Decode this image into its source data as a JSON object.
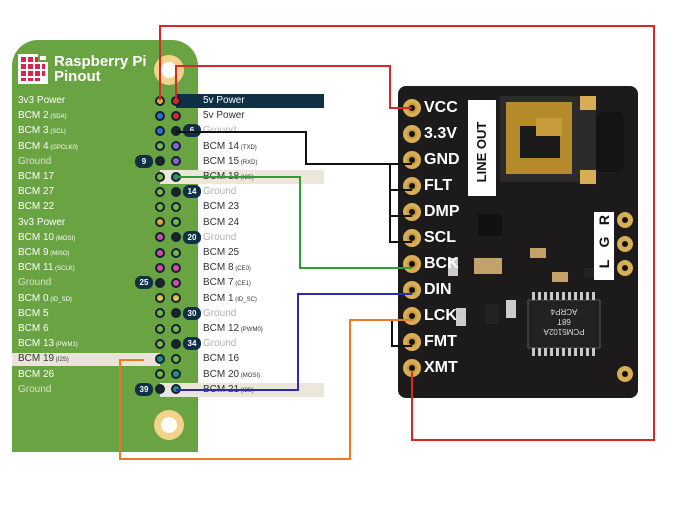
{
  "pinout": {
    "title_line1": "Raspberry Pi",
    "title_line2": "Pinout",
    "left_labels": [
      {
        "text": "3v3 Power",
        "sub": ""
      },
      {
        "text": "BCM 2",
        "sub": "(SDA)"
      },
      {
        "text": "BCM 3",
        "sub": "(SCL)"
      },
      {
        "text": "BCM 4",
        "sub": "(GPCLK0)"
      },
      {
        "text": "Ground",
        "sub": ""
      },
      {
        "text": "BCM 17",
        "sub": ""
      },
      {
        "text": "BCM 27",
        "sub": ""
      },
      {
        "text": "BCM 22",
        "sub": ""
      },
      {
        "text": "3v3 Power",
        "sub": ""
      },
      {
        "text": "BCM 10",
        "sub": "(MOSI)"
      },
      {
        "text": "BCM 9",
        "sub": "(MISO)"
      },
      {
        "text": "BCM 11",
        "sub": "(SCLK)"
      },
      {
        "text": "Ground",
        "sub": ""
      },
      {
        "text": "BCM 0",
        "sub": "(ID_SD)"
      },
      {
        "text": "BCM 5",
        "sub": ""
      },
      {
        "text": "BCM 6",
        "sub": ""
      },
      {
        "text": "BCM 13",
        "sub": "(PWM1)"
      },
      {
        "text": "BCM 19",
        "sub": "(I2S)"
      },
      {
        "text": "BCM 26",
        "sub": ""
      },
      {
        "text": "Ground",
        "sub": ""
      }
    ],
    "right_labels": [
      {
        "text": "5v Power",
        "sub": ""
      },
      {
        "text": "5v Power",
        "sub": ""
      },
      {
        "text": "Ground",
        "sub": ""
      },
      {
        "text": "BCM 14",
        "sub": "(TXD)"
      },
      {
        "text": "BCM 15",
        "sub": "(RXD)"
      },
      {
        "text": "BCM 18",
        "sub": "(I2S)"
      },
      {
        "text": "Ground",
        "sub": ""
      },
      {
        "text": "BCM 23",
        "sub": ""
      },
      {
        "text": "BCM 24",
        "sub": ""
      },
      {
        "text": "Ground",
        "sub": ""
      },
      {
        "text": "BCM 25",
        "sub": ""
      },
      {
        "text": "BCM 8",
        "sub": "(CE0)"
      },
      {
        "text": "BCM 7",
        "sub": "(CE1)"
      },
      {
        "text": "BCM 1",
        "sub": "(ID_SC)"
      },
      {
        "text": "Ground",
        "sub": ""
      },
      {
        "text": "BCM 12",
        "sub": "(PWM0)"
      },
      {
        "text": "Ground",
        "sub": ""
      },
      {
        "text": "BCM 16",
        "sub": ""
      },
      {
        "text": "BCM 20",
        "sub": "(MOSI)"
      },
      {
        "text": "BCM 21",
        "sub": "(I2S)"
      }
    ],
    "ground_badges_left": [
      "9",
      "25",
      "39"
    ],
    "ground_badges_right": [
      "6",
      "14",
      "20",
      "30",
      "34"
    ],
    "colors": {
      "board": "#6aa342",
      "ground_badge": "#0f2f45",
      "power_row": "#0f2f45"
    }
  },
  "dac_board": {
    "pins": [
      "VCC",
      "3.3V",
      "GND",
      "FLT",
      "DMP",
      "SCL",
      "BCK",
      "DIN",
      "LCK",
      "FMT",
      "XMT"
    ],
    "jack_label": "LINE OUT",
    "side_labels": [
      "R",
      "G",
      "L"
    ],
    "chip_text": [
      "PCM5102A",
      "68T",
      "ACRP4"
    ]
  },
  "wires": [
    {
      "from": "pin 2 (5v Power)",
      "to": "VCC",
      "color": "#d62828"
    },
    {
      "from": "pin 1 (3v3 Power)",
      "to": "XMT",
      "color": "#d62828"
    },
    {
      "from": "pin 6 (Ground)",
      "to": "GND",
      "color": "#111111"
    },
    {
      "from": "pin 12 (BCM 18)",
      "to": "BCK",
      "color": "#2e9e3a"
    },
    {
      "from": "pin 40 (BCM 21)",
      "to": "DIN",
      "color": "#2a2ab5"
    },
    {
      "from": "pin 35 (BCM 19)",
      "to": "LCK",
      "color": "#ec7a2a"
    }
  ]
}
